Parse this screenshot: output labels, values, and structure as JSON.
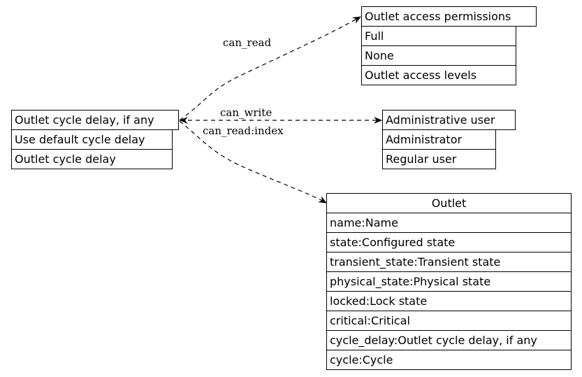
{
  "nodes": {
    "outlet_cycle_delay": {
      "title": "Outlet cycle delay, if any",
      "rows": [
        "Use default cycle delay",
        "Outlet cycle delay"
      ]
    },
    "outlet_access_permissions": {
      "title": "Outlet access permissions",
      "rows": [
        "Full",
        "None",
        "Outlet access levels"
      ]
    },
    "administrative_user": {
      "title": "Administrative user",
      "rows": [
        "Administrator",
        "Regular user"
      ]
    },
    "outlet": {
      "title": "Outlet",
      "rows": [
        "name:Name",
        "state:Configured state",
        "transient_state:Transient state",
        "physical_state:Physical state",
        "locked:Lock state",
        "critical:Critical",
        "cycle_delay:Outlet cycle delay, if any",
        "cycle:Cycle"
      ]
    }
  },
  "edges": {
    "can_read": "can_read",
    "can_write": "can_write",
    "can_read_index": "can_read:index"
  }
}
